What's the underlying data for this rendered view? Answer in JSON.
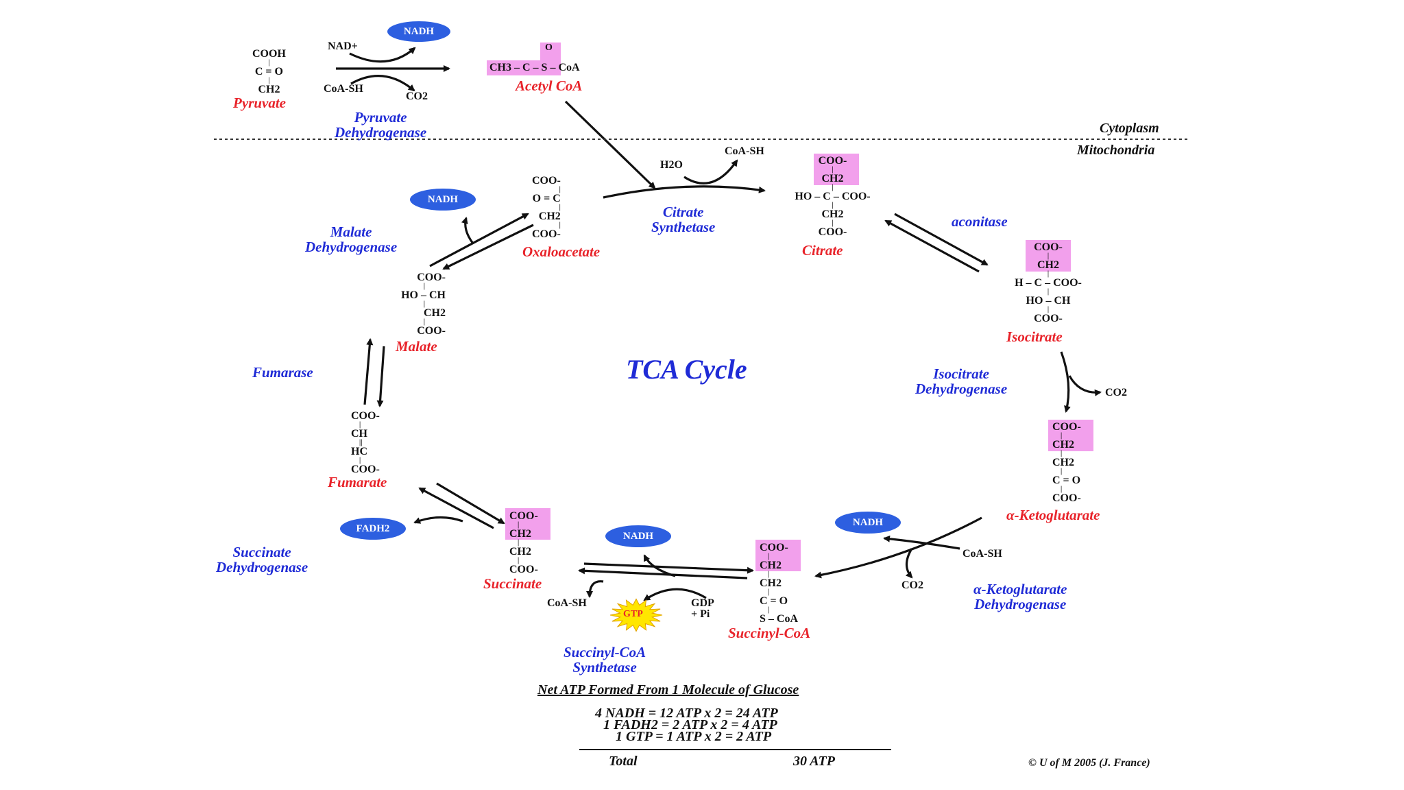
{
  "locations": {
    "cytoplasm": "Cytoplasm",
    "mitochondria": "Mitochondria"
  },
  "title": "TCA Cycle",
  "metabolites": {
    "pyruvate": {
      "name": "Pyruvate",
      "lines": [
        "COOH",
        "|",
        "C = O",
        "|",
        "CH2"
      ]
    },
    "acetyl_coa": {
      "name": "Acetyl CoA",
      "formula": "CH3 – C – S – CoA"
    },
    "citrate": {
      "name": "Citrate",
      "lines": [
        "COO-",
        "|",
        "CH2",
        "|",
        "HO – C – COO-",
        "|",
        "CH2",
        "|",
        "COO-"
      ]
    },
    "isocitrate": {
      "name": "Isocitrate",
      "lines": [
        "COO-",
        "|",
        "CH2",
        "|",
        "H – C – COO-",
        "|",
        "HO – CH",
        "|",
        "COO-"
      ]
    },
    "alpha_ketoglutarate": {
      "name": "α-Ketoglutarate",
      "lines": [
        "COO-",
        "|",
        "CH2",
        "|",
        "CH2",
        "|",
        "C = O",
        "|",
        "COO-"
      ]
    },
    "succinyl_coa": {
      "name": "Succinyl-CoA",
      "lines": [
        "COO-",
        "|",
        "CH2",
        "|",
        "CH2",
        "|",
        "C = O",
        "|",
        "S – CoA"
      ]
    },
    "succinate": {
      "name": "Succinate",
      "lines": [
        "COO-",
        "|",
        "CH2",
        "|",
        "CH2",
        "|",
        "COO-"
      ]
    },
    "fumarate": {
      "name": "Fumarate",
      "lines": [
        "COO-",
        "|",
        "CH",
        "||",
        "HC",
        "|",
        "COO-"
      ]
    },
    "malate": {
      "name": "Malate",
      "lines": [
        "COO-",
        "|",
        "HO – CH",
        "|",
        "CH2",
        "|",
        "COO-"
      ]
    },
    "oxaloacetate": {
      "name": "Oxaloacetate",
      "lines": [
        "COO-",
        "|",
        "O = C",
        "|",
        "CH2",
        "|",
        "COO-"
      ]
    }
  },
  "enzymes": {
    "pyruvate_dehydrogenase": "Pyruvate\nDehydrogenase",
    "citrate_synthetase": "Citrate\nSynthetase",
    "aconitase": "aconitase",
    "isocitrate_dehydrogenase": "Isocitrate\nDehydrogenase",
    "alpha_kg_dehydrogenase": "α-Ketoglutarate\nDehydrogenase",
    "succinyl_coa_synthetase": "Succinyl-CoA\nSynthetase",
    "succinate_dehydrogenase": "Succinate\nDehydrogenase",
    "fumarase": "Fumarase",
    "malate_dehydrogenase": "Malate\nDehydrogenase"
  },
  "cofactors": {
    "nad_plus": "NAD+",
    "coa_sh": "CoA-SH",
    "co2": "CO2",
    "h2o": "H2O",
    "nadh": "NADH",
    "fadh2": "FADH2",
    "gtp": "GTP",
    "gdp_pi": "GDP\n+ Pi"
  },
  "summary": {
    "heading": "Net ATP Formed From 1 Molecule of Glucose",
    "lines": [
      "4 NADH = 12 ATP x 2 = 24 ATP",
      "1 FADH2 = 2 ATP x 2 = 4 ATP",
      "1 GTP = 1 ATP x 2 = 2 ATP"
    ],
    "total_label": "Total",
    "total_value": "30 ATP"
  },
  "copyright": "© U of M 2005 (J. France)",
  "colors": {
    "metabolite": "#e8232a",
    "enzyme": "#1f2bd6",
    "nadh_oval": "#2d5fe0",
    "highlight": "#f2a0ec",
    "gtp_star": "#ffe600"
  }
}
